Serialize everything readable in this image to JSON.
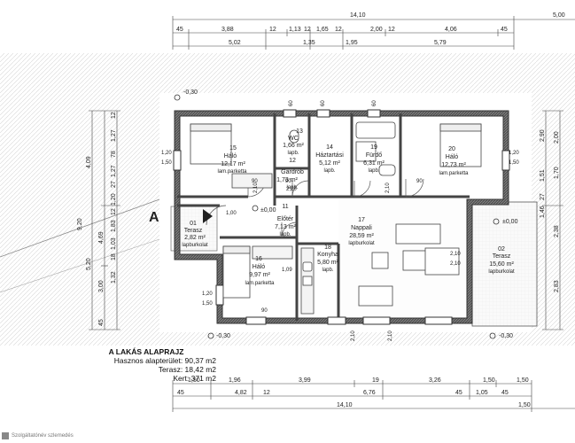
{
  "rooms": [
    {
      "num": "15",
      "name": "Háló",
      "area": "12,17 m²",
      "floor": "lam.parketta"
    },
    {
      "num": "13",
      "name": "WC",
      "area": "1,66 m²",
      "floor": "lapb."
    },
    {
      "num": "12",
      "name": "Gardrób",
      "area": "1,73 m²",
      "floor": "lapb."
    },
    {
      "num": "14",
      "name": "Háztartási",
      "area": "5,12 m²",
      "floor": "lapb."
    },
    {
      "num": "19",
      "name": "Fürdő",
      "area": "6,31 m²",
      "floor": "lapb."
    },
    {
      "num": "20",
      "name": "Háló",
      "area": "12,73 m²",
      "floor": "lam.parketta"
    },
    {
      "num": "01",
      "name": "Terasz",
      "area": "2,82 m²",
      "floor": "lapburkolat"
    },
    {
      "num": "11",
      "name": "Előtér",
      "area": "7,13 m²",
      "floor": "lapb."
    },
    {
      "num": "17",
      "name": "Nappali",
      "area": "28,59 m²",
      "floor": "lapburkolat"
    },
    {
      "num": "02",
      "name": "Terasz",
      "area": "15,60 m²",
      "floor": "lapburkolat"
    },
    {
      "num": "18",
      "name": "Konyha",
      "area": "5,80 m²",
      "floor": "lapb."
    },
    {
      "num": "16",
      "name": "Háló",
      "area": "9,97 m²",
      "floor": "lam.parketta"
    }
  ],
  "dims": {
    "top_total": "14,10",
    "top_right": "5,00",
    "top_row1": [
      "45",
      "3,88",
      "12",
      "1,13",
      "12",
      "1,65",
      "12",
      "2,00",
      "12",
      "4,06",
      "45"
    ],
    "top_row2": [
      "5,02",
      "1,35",
      "1,95",
      "5,79"
    ],
    "bottom_row1": [
      "1,50",
      "1,96",
      "3,99",
      "19",
      "3,26",
      "1,50",
      "1,50"
    ],
    "bottom_row2": [
      "45",
      "4,82",
      "12",
      "6,76",
      "45",
      "1,05",
      "45"
    ],
    "bottom_total": "14,10",
    "bottom_right": "1,50",
    "left_col1": [
      "4,09",
      "9,20",
      "5,20",
      "3,00",
      "4,69",
      "45"
    ],
    "left_col2": [
      "12",
      "1,27",
      "78",
      "1,27",
      "27",
      "1,20",
      "12",
      "1,83",
      "1,03",
      "18",
      "1,32"
    ],
    "right_col1": [
      "2,00",
      "1,70",
      "2,38",
      "2,83"
    ],
    "right_col2": [
      "2,90",
      "1,51",
      "27",
      "1,46"
    ],
    "window": [
      "1,20",
      "1,50"
    ],
    "door_labels": [
      "60",
      "60",
      "60",
      "90",
      "90",
      "90",
      "90",
      "2,10",
      "2,10",
      "2,10",
      "2,10",
      "2,10"
    ]
  },
  "levels": {
    "corner_tl": "-0,30",
    "corner_bl": "-0,30",
    "corner_br": "-0,30",
    "entrance": "±0,00",
    "terrace": "±0,00"
  },
  "labels": {
    "section_marker": "A",
    "opening_1": "1,00",
    "opening_2": "2,10",
    "opening_3": "2,10",
    "opening_4": "1,09"
  },
  "summary": {
    "title": "A LAKÁS ALAPRAJZ",
    "hasznos": "Hasznos alapterület: 90,37 m2",
    "terasz": "Terasz:  18,42 m2",
    "kert": "Kert: 371 m2"
  },
  "credit": "Szolgáltatónév szlemedés"
}
